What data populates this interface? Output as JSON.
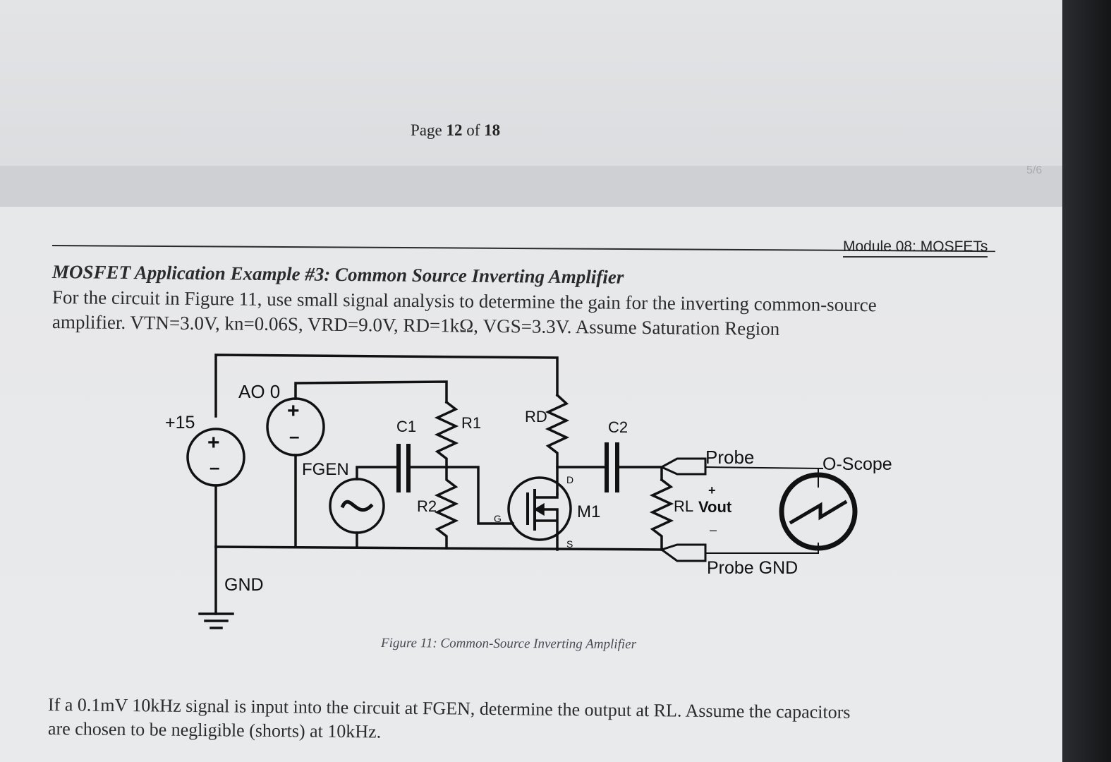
{
  "viewer": {
    "page_prefix": "Page",
    "page_current": "12",
    "page_of": "of",
    "page_total": "18",
    "page_counter": "5/6"
  },
  "document": {
    "module_label": "Module 08: MOSFETs",
    "section_title": "MOSFET Application Example #3: Common Source Inverting Amplifier",
    "problem_line1": "For the circuit in Figure 11, use small signal analysis to determine the gain for the inverting common-source",
    "problem_line2": "amplifier.  VTN=3.0V, kn=0.06S, VRD=9.0V, RD=1kΩ, VGS=3.3V.  Assume Saturation Region",
    "figure_caption": "Figure 11: Common-Source Inverting Amplifier",
    "question_line1": "If a 0.1mV 10kHz signal is input into the circuit at FGEN, determine the output at RL.  Assume the capacitors",
    "question_line2": "are chosen to be negligible (shorts) at 10kHz."
  },
  "circuit": {
    "supply_label": "+15",
    "ao_label": "AO 0",
    "fgen_label": "FGEN",
    "gnd_label": "GND",
    "c1": "C1",
    "c2": "C2",
    "r1": "R1",
    "r2": "R2",
    "rd": "RD",
    "m1": "M1",
    "drain": "D",
    "gate": "G",
    "source": "S",
    "rl": "RL",
    "vout": "Vout",
    "plus": "+",
    "minus": "–",
    "probe": "Probe",
    "probe_gnd": "Probe GND",
    "scope": "O-Scope"
  }
}
